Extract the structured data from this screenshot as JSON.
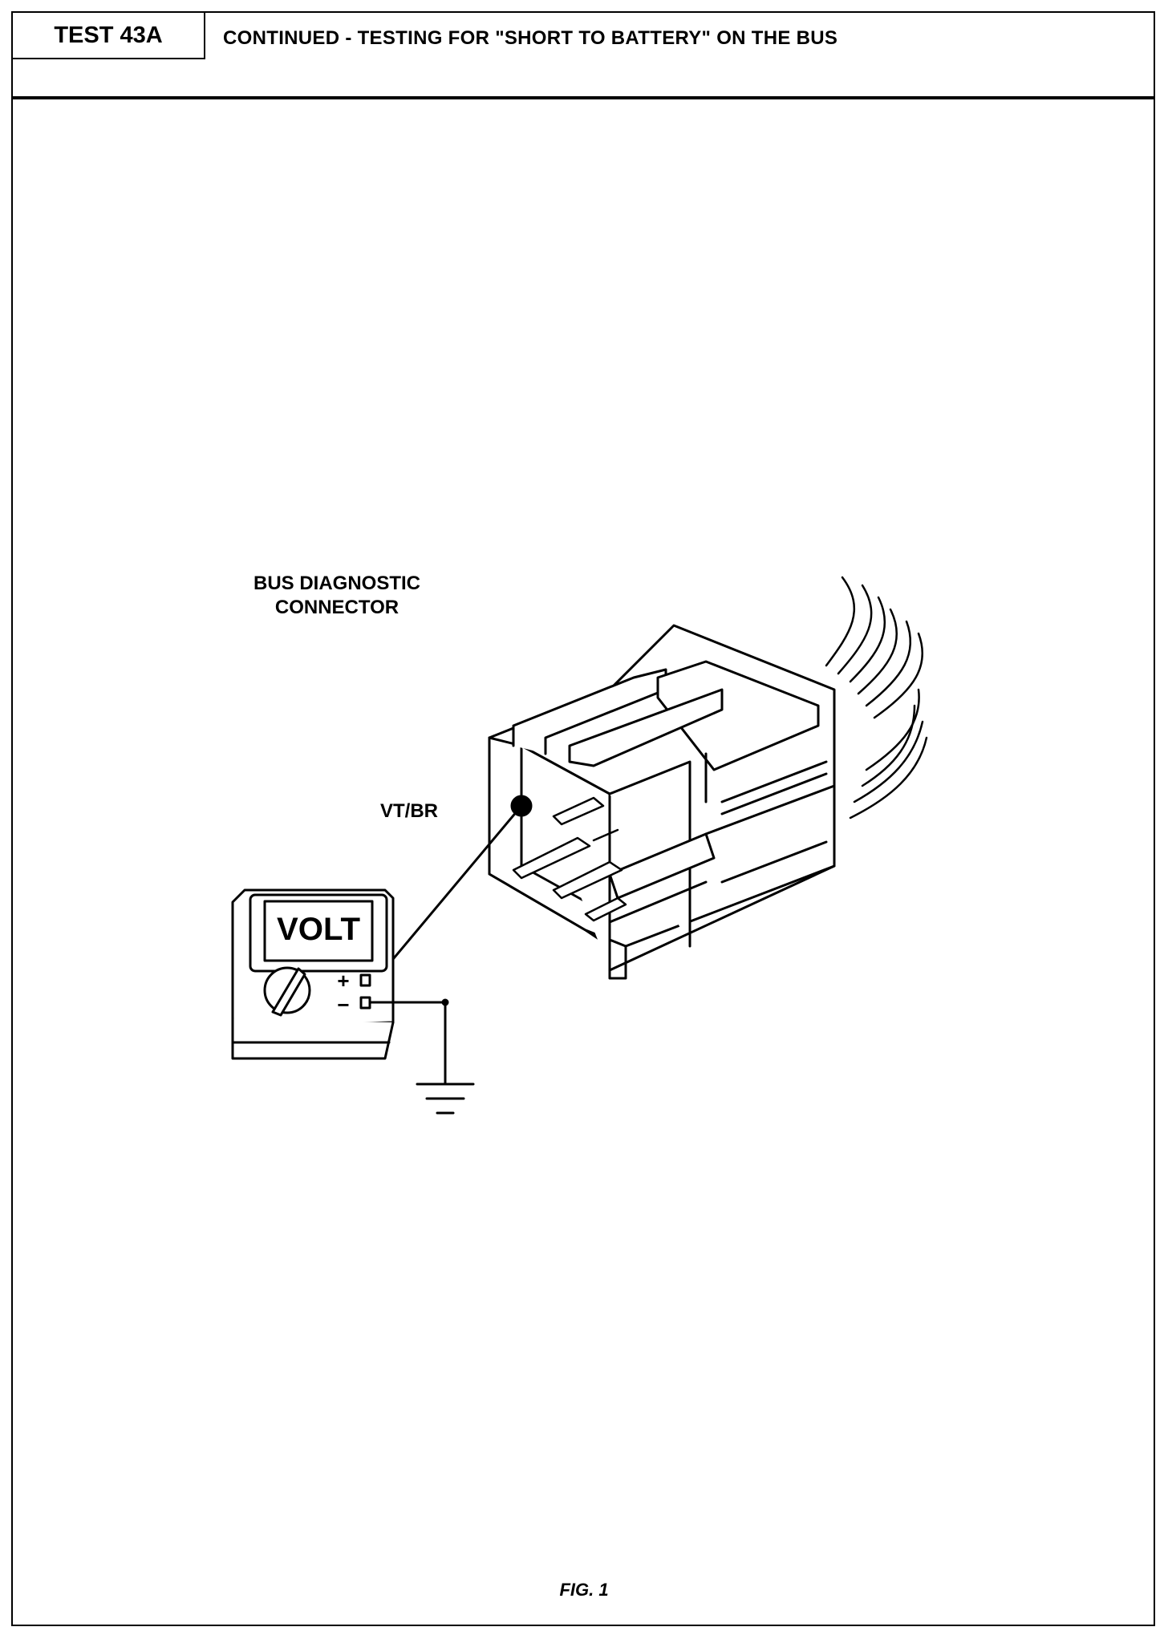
{
  "header": {
    "test_id": "TEST 43A",
    "title": "CONTINUED - TESTING FOR \"SHORT TO BATTERY\" ON THE BUS"
  },
  "figure": {
    "connector_label_line1": "BUS DIAGNOSTIC",
    "connector_label_line2": "CONNECTOR",
    "wire_label": "VT/BR",
    "meter_display": "VOLT",
    "plus_symbol": "+",
    "minus_symbol": "−",
    "caption": "FIG. 1"
  },
  "icons": [
    "multimeter-icon",
    "connector-icon",
    "ground-symbol-icon",
    "probe-icon"
  ]
}
